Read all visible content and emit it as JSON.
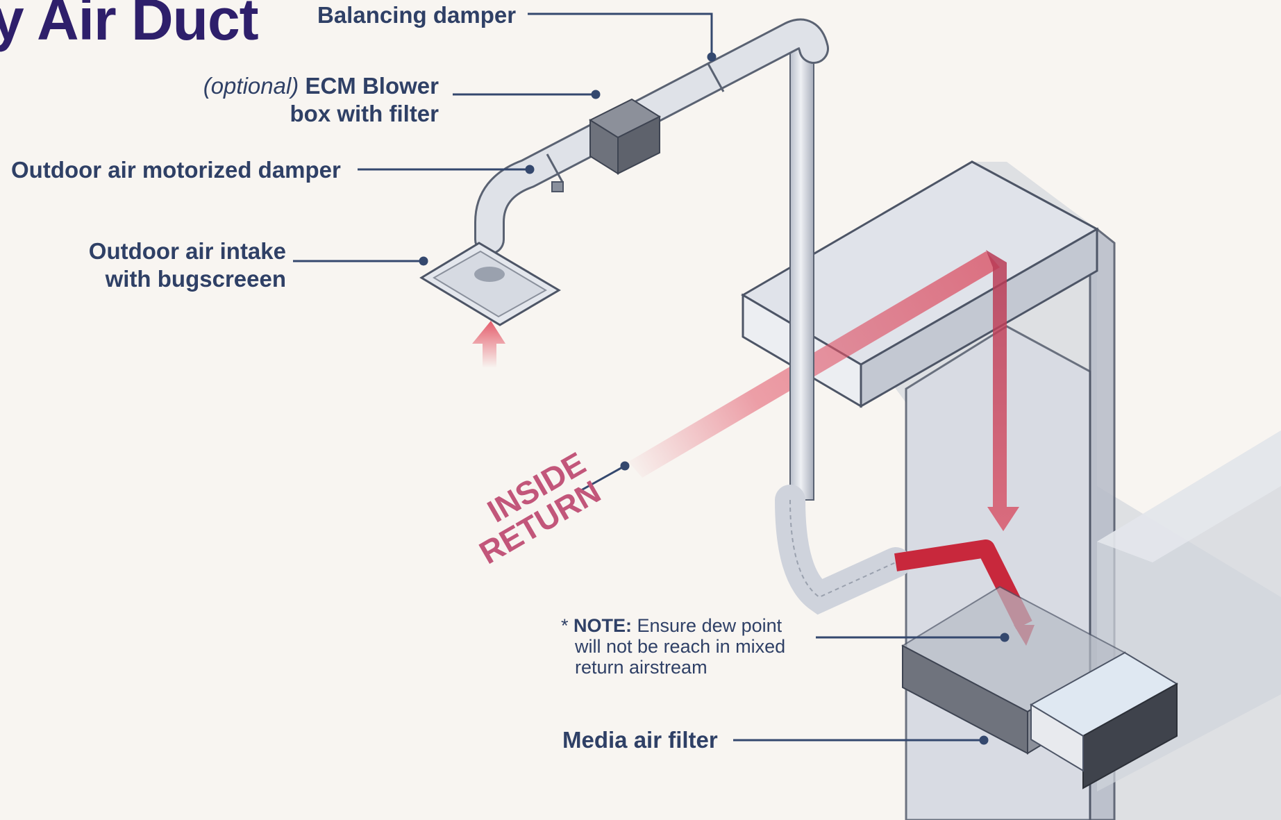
{
  "title": "y Air Duct",
  "labels": {
    "balancing_damper": "Balancing damper",
    "ecm_optional": "(optional)",
    "ecm_line1": "ECM Blower",
    "ecm_line2": "box with filter",
    "motorized_damper": "Outdoor air motorized damper",
    "intake_line1": "Outdoor air intake",
    "intake_line2": "with bugscreeen",
    "inside_line1": "INSIDE",
    "inside_line2": "RETURN",
    "note_star": "* ",
    "note_bold": "NOTE:",
    "note_line1": " Ensure dew point",
    "note_line2": "will not be reach in mixed",
    "note_line3": "return airstream",
    "media_filter": "Media air filter"
  },
  "colors": {
    "title": "#2e1f6b",
    "label_text": "#2f4066",
    "leader_line": "#34486e",
    "duct_fill": "#d9dde6",
    "duct_outline": "#4d5566",
    "airflow_red": "#d93b4f",
    "inside_return_text": "#c2567a",
    "background": "#f8f5f1"
  }
}
